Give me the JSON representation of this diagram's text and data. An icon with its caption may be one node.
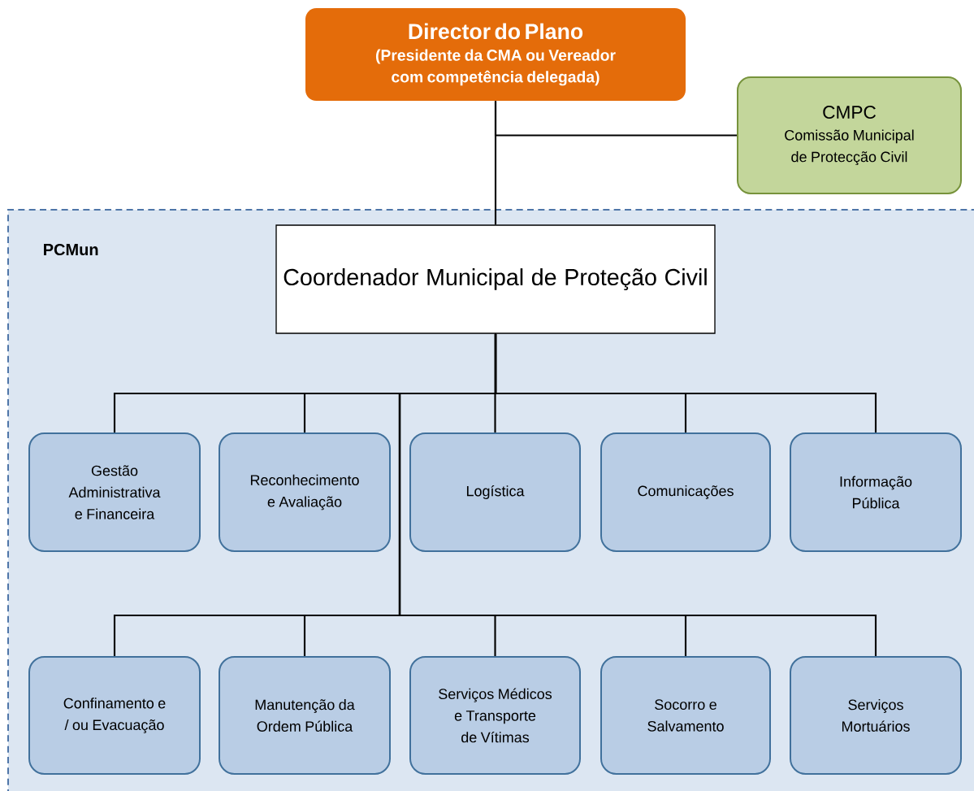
{
  "diagram": {
    "nodes": [
      {
        "text": [
          "Director do Plano",
          "(Presidente da CMA ou Vereador com competência delegada)"
        ]
      },
      {
        "text": [
          "CMPC",
          "Comissão Municipal de Protecção Civil"
        ]
      },
      {
        "text": [
          "PCMun"
        ]
      },
      {
        "text": [
          "Coordenador Municipal de Proteção Civil"
        ],
        "in": 2
      },
      {
        "text": [
          "Gestão Administrativa e Financeira"
        ],
        "in": 2
      },
      {
        "text": [
          "Reconhecimento e Avaliação"
        ],
        "in": 2
      },
      {
        "text": [
          "Logística"
        ],
        "in": 2
      },
      {
        "text": [
          "Comunicações"
        ],
        "in": 2
      },
      {
        "text": [
          "Informação Pública"
        ],
        "in": 2
      },
      {
        "text": [
          "Confinamento e / ou Evacuação"
        ],
        "in": 2
      },
      {
        "text": [
          "Manutenção da Ordem Pública"
        ],
        "in": 2
      },
      {
        "text": [
          "Serviços Médicos e Transporte de Vítimas"
        ],
        "in": 2
      },
      {
        "text": [
          "Socorro e Salvamento"
        ],
        "in": 2
      },
      {
        "text": [
          "Serviços Mortuários"
        ],
        "in": 2
      }
    ],
    "edges": [
      {
        "from": 0,
        "to": 3,
        "arrow": "none"
      },
      {
        "from": 0,
        "to": 1,
        "arrow": "none"
      },
      {
        "from": 3,
        "to": 4,
        "arrow": "none"
      },
      {
        "from": 3,
        "to": 5,
        "arrow": "none"
      },
      {
        "from": 3,
        "to": 6,
        "arrow": "none"
      },
      {
        "from": 3,
        "to": 7,
        "arrow": "none"
      },
      {
        "from": 3,
        "to": 8,
        "arrow": "none"
      },
      {
        "from": 3,
        "to": 9,
        "arrow": "none"
      },
      {
        "from": 3,
        "to": 10,
        "arrow": "none"
      },
      {
        "from": 3,
        "to": 11,
        "arrow": "none"
      },
      {
        "from": 3,
        "to": 12,
        "arrow": "none"
      },
      {
        "from": 3,
        "to": 13,
        "arrow": "none"
      }
    ]
  }
}
